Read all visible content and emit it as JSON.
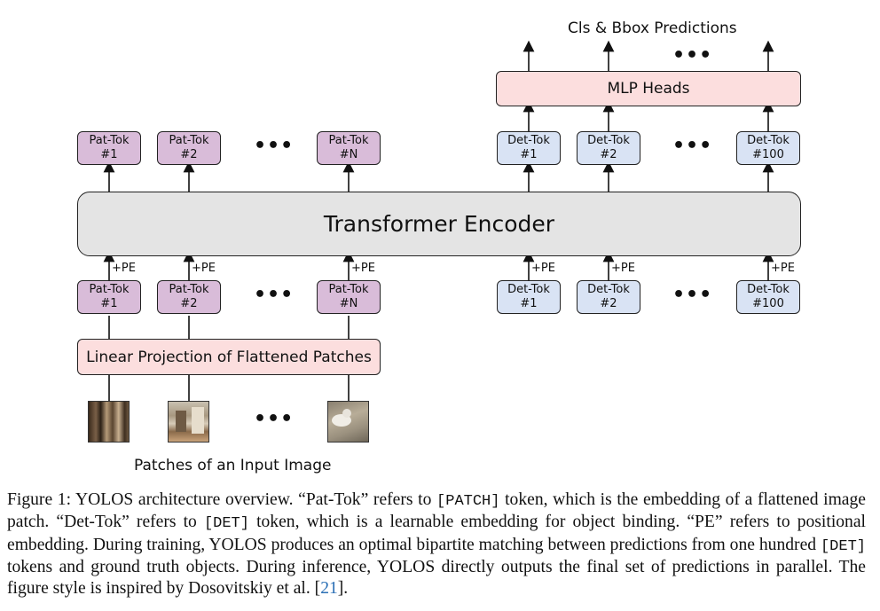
{
  "diagram": {
    "top_label": "Cls & Bbox Predictions",
    "mlp_heads": "MLP Heads",
    "encoder": "Transformer Encoder",
    "linear_projection": "Linear Projection of Flattened Patches",
    "patches_label": "Patches of an Input Image",
    "pe_label": "+PE",
    "ellipsis": "•••",
    "pat_tokens": [
      {
        "name": "Pat-Tok",
        "index": "#1"
      },
      {
        "name": "Pat-Tok",
        "index": "#2"
      },
      {
        "name": "Pat-Tok",
        "index": "#N"
      }
    ],
    "det_tokens": [
      {
        "name": "Det-Tok",
        "index": "#1"
      },
      {
        "name": "Det-Tok",
        "index": "#2"
      },
      {
        "name": "Det-Tok",
        "index": "#100"
      }
    ],
    "colors": {
      "pat_fill": "#d9bcd9",
      "det_fill": "#d9e3f4",
      "head_fill": "#fcdede",
      "encoder_fill": "#e4e4e4"
    }
  },
  "caption": {
    "p1": "Figure 1: YOLOS architecture overview. “Pat-Tok” refers to ",
    "patch_token": "[PATCH]",
    "p2": " token, which is the embedding of a flattened image patch. “Det-Tok” refers to ",
    "det_token_1": "[DET]",
    "p3": " token, which is a learnable embedding for object binding. “PE” refers to positional embedding. During training, YOLOS produces an optimal bipartite matching between predictions from one hundred ",
    "det_token_2": "[DET]",
    "p4": " tokens and ground truth objects. During inference, YOLOS directly outputs the final set of predictions in parallel. The figure style is inspired by Dosovitskiy et al. [",
    "ref": "21",
    "p5": "]."
  }
}
